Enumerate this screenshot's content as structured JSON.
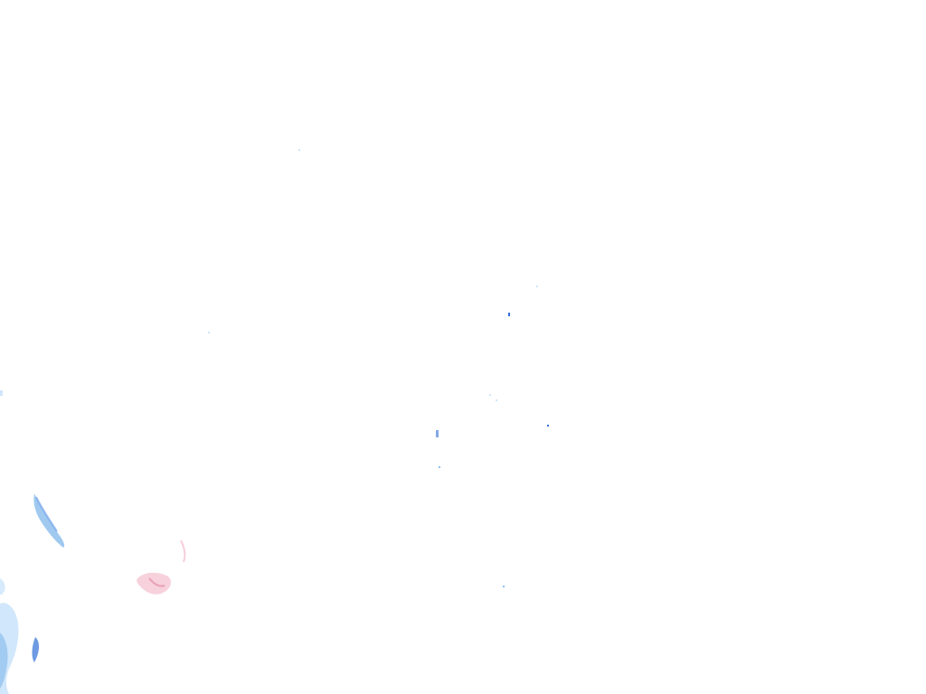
{
  "map": {
    "background_color": "#ffffff",
    "colors": {
      "light_blue": "#cfe6fb",
      "mid_blue": "#8fbfed",
      "dark_blue": "#2f6fd6",
      "light_pink": "#f6c9d6",
      "mid_pink": "#e48aa6"
    },
    "overlay_type": "radar-precipitation",
    "visible_echoes": [
      {
        "name": "blue-echo-west-edge",
        "color_key": "light_blue"
      },
      {
        "name": "blue-echo-southwest-streak",
        "color_key": "mid_blue"
      },
      {
        "name": "blue-echo-southwest-band",
        "color_key": "light_blue"
      },
      {
        "name": "blue-echo-bottom-left",
        "color_key": "mid_blue"
      },
      {
        "name": "pink-echo-southwest",
        "color_key": "light_pink"
      }
    ]
  }
}
